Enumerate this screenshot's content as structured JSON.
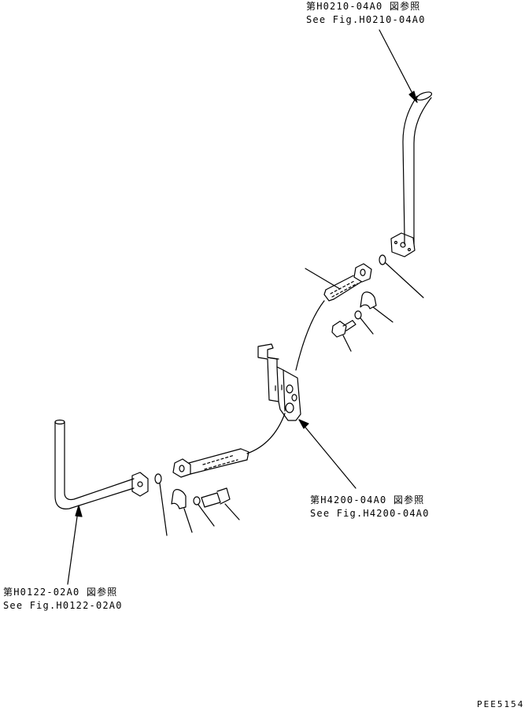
{
  "references": {
    "top": {
      "jp": "第H0210-04A0 図参照",
      "en": "See Fig.H0210-04A0"
    },
    "middle": {
      "jp": "第H4200-04A0 図参照",
      "en": "See Fig.H4200-04A0"
    },
    "left": {
      "jp": "第H0122-02A0 図参照",
      "en": "See Fig.H0122-02A0"
    }
  },
  "drawing_code": "PEE5154",
  "colors": {
    "line": "#000000",
    "background": "#ffffff"
  }
}
